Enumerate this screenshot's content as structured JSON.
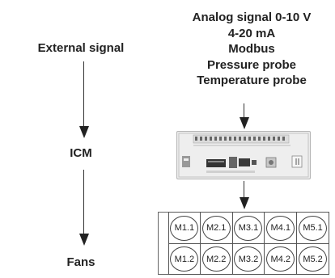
{
  "labels": {
    "external_signal": "External signal",
    "icm": "ICM",
    "fans": "Fans"
  },
  "signal_types": [
    "Analog signal 0-10 V",
    "4-20 mA",
    "Modbus",
    "Pressure probe",
    "Temperature probe"
  ],
  "fans": {
    "row1": [
      "M1.1",
      "M2.1",
      "M3.1",
      "M4.1",
      "M5.1"
    ],
    "row2": [
      "M1.2",
      "M2.2",
      "M3.2",
      "M4.2",
      "M5.2"
    ]
  }
}
